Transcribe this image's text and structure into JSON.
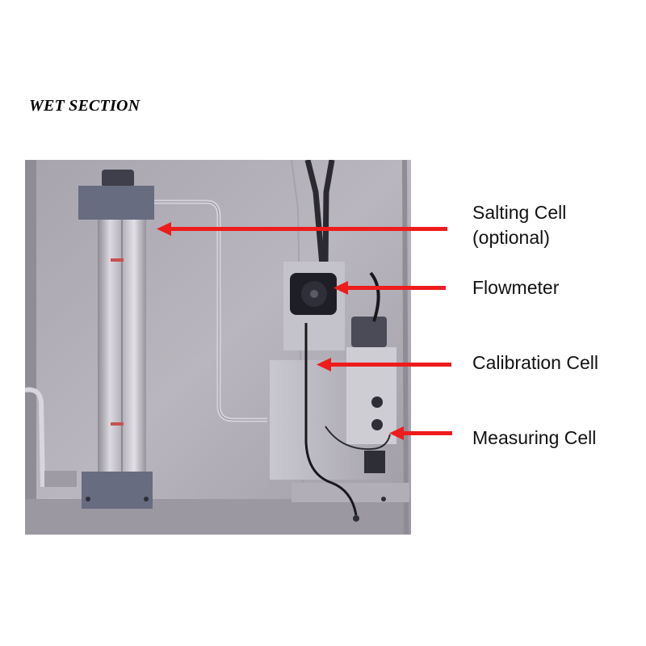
{
  "title": "WET SECTION",
  "colors": {
    "arrow": "#ee1c1c",
    "panel": "#b4b1b9",
    "tube_block": "#686c80"
  },
  "labels": {
    "salting_cell": {
      "line1": "Salting Cell",
      "line2": "(optional)"
    },
    "flowmeter": "Flowmeter",
    "calibration_cell": "Calibration Cell",
    "measuring_cell": "Measuring Cell"
  }
}
